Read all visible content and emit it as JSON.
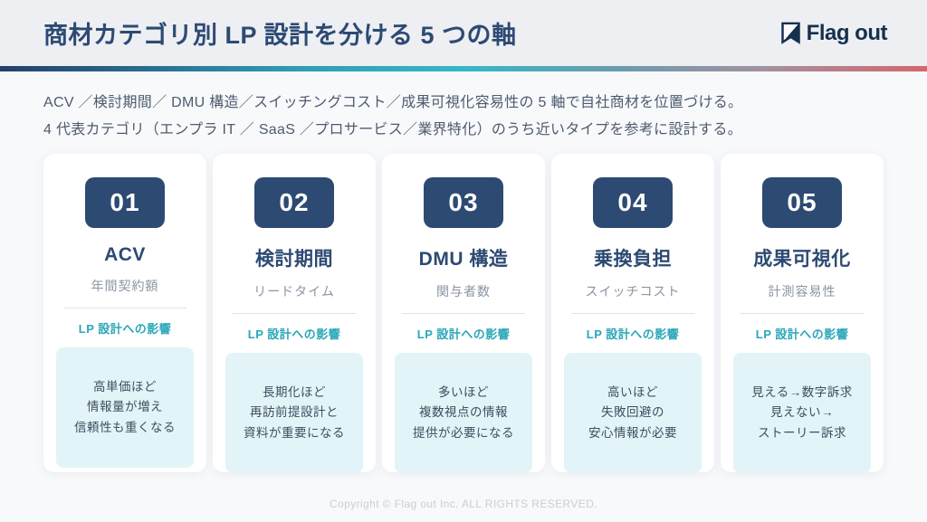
{
  "header": {
    "title": "商材カテゴリ別 LP 設計を分ける 5 つの軸",
    "logo_text": "Flag out"
  },
  "intro": {
    "line1": "ACV ／検討期間／ DMU 構造／スイッチングコスト／成果可視化容易性の 5 軸で自社商材を位置づける。",
    "line2": "4 代表カテゴリ（エンプラ IT ／ SaaS ／プロサービス／業界特化）のうち近いタイプを参考に設計する。"
  },
  "cards": [
    {
      "number": "01",
      "title": "ACV",
      "subtitle": "年間契約額",
      "impact_label": "LP 設計への影響",
      "impact_lines": [
        "高単価ほど",
        "情報量が増え",
        "信頼性も重くなる"
      ]
    },
    {
      "number": "02",
      "title": "検討期間",
      "subtitle": "リードタイム",
      "impact_label": "LP 設計への影響",
      "impact_lines": [
        "長期化ほど",
        "再訪前提設計と",
        "資料が重要になる"
      ]
    },
    {
      "number": "03",
      "title": "DMU 構造",
      "subtitle": "関与者数",
      "impact_label": "LP 設計への影響",
      "impact_lines": [
        "多いほど",
        "複数視点の情報",
        "提供が必要になる"
      ]
    },
    {
      "number": "04",
      "title": "乗換負担",
      "subtitle": "スイッチコスト",
      "impact_label": "LP 設計への影響",
      "impact_lines": [
        "高いほど",
        "失敗回避の",
        "安心情報が必要"
      ]
    },
    {
      "number": "05",
      "title": "成果可視化",
      "subtitle": "計測容易性",
      "impact_label": "LP 設計への影響",
      "impact_lines": [
        "見える→数字訴求",
        "見えない→",
        "ストーリー訴求"
      ]
    }
  ],
  "footer": {
    "copyright": "Copyright © Flag out Inc. ALL RIGHTS RESERVED."
  },
  "colors": {
    "navy": "#2d4a73",
    "navy-dark": "#16304d",
    "teal": "#2aa7b8",
    "box-bg": "#e2f4f7",
    "header-bg": "#edeff3",
    "page-bg": "#f8f9fb"
  }
}
